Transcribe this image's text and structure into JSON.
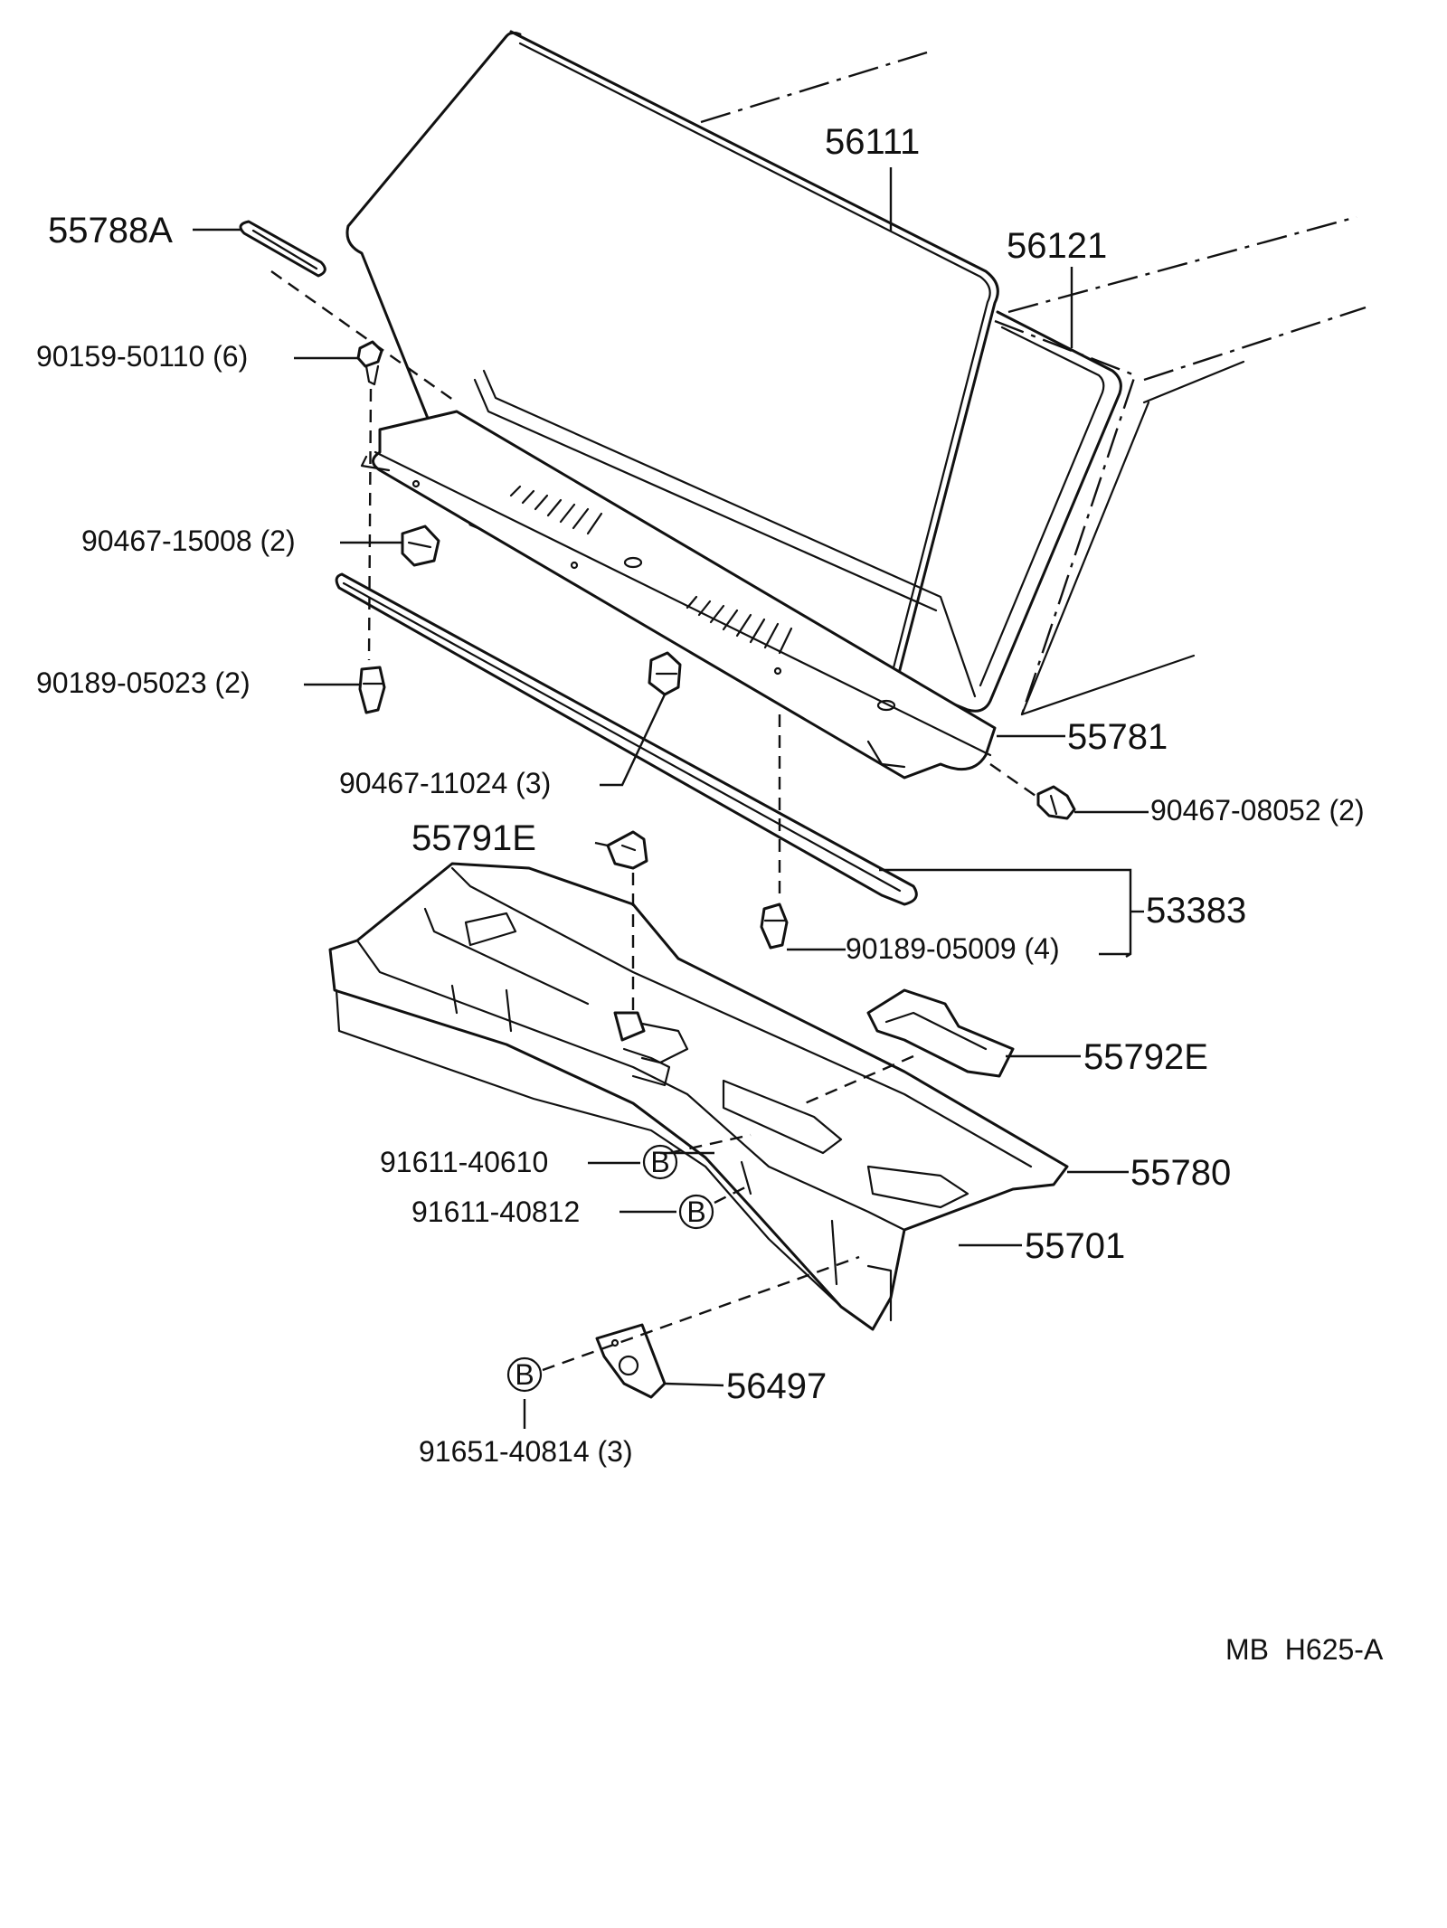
{
  "parts": {
    "p56111": "56111",
    "p56121": "56121",
    "p55788A": "55788A",
    "p90159": "90159-50110 (6)",
    "p90467_15008": "90467-15008 (2)",
    "p90189_05023": "90189-05023 (2)",
    "p90467_11024": "90467-11024 (3)",
    "p55781": "55781",
    "p90467_08052": "90467-08052 (2)",
    "p55791E": "55791E",
    "p53383": "53383",
    "p90189_05009": "90189-05009 (4)",
    "p55792E": "55792E",
    "p91611_40610": "91611-40610",
    "p91611_40812": "91611-40812",
    "p55780": "55780",
    "p55701": "55701",
    "p56497": "56497",
    "p91651_40814": "91651-40814 (3)"
  },
  "markers": {
    "b1": "B",
    "b2": "B",
    "b3": "B"
  },
  "footer": {
    "code": "MB  H625-A"
  }
}
